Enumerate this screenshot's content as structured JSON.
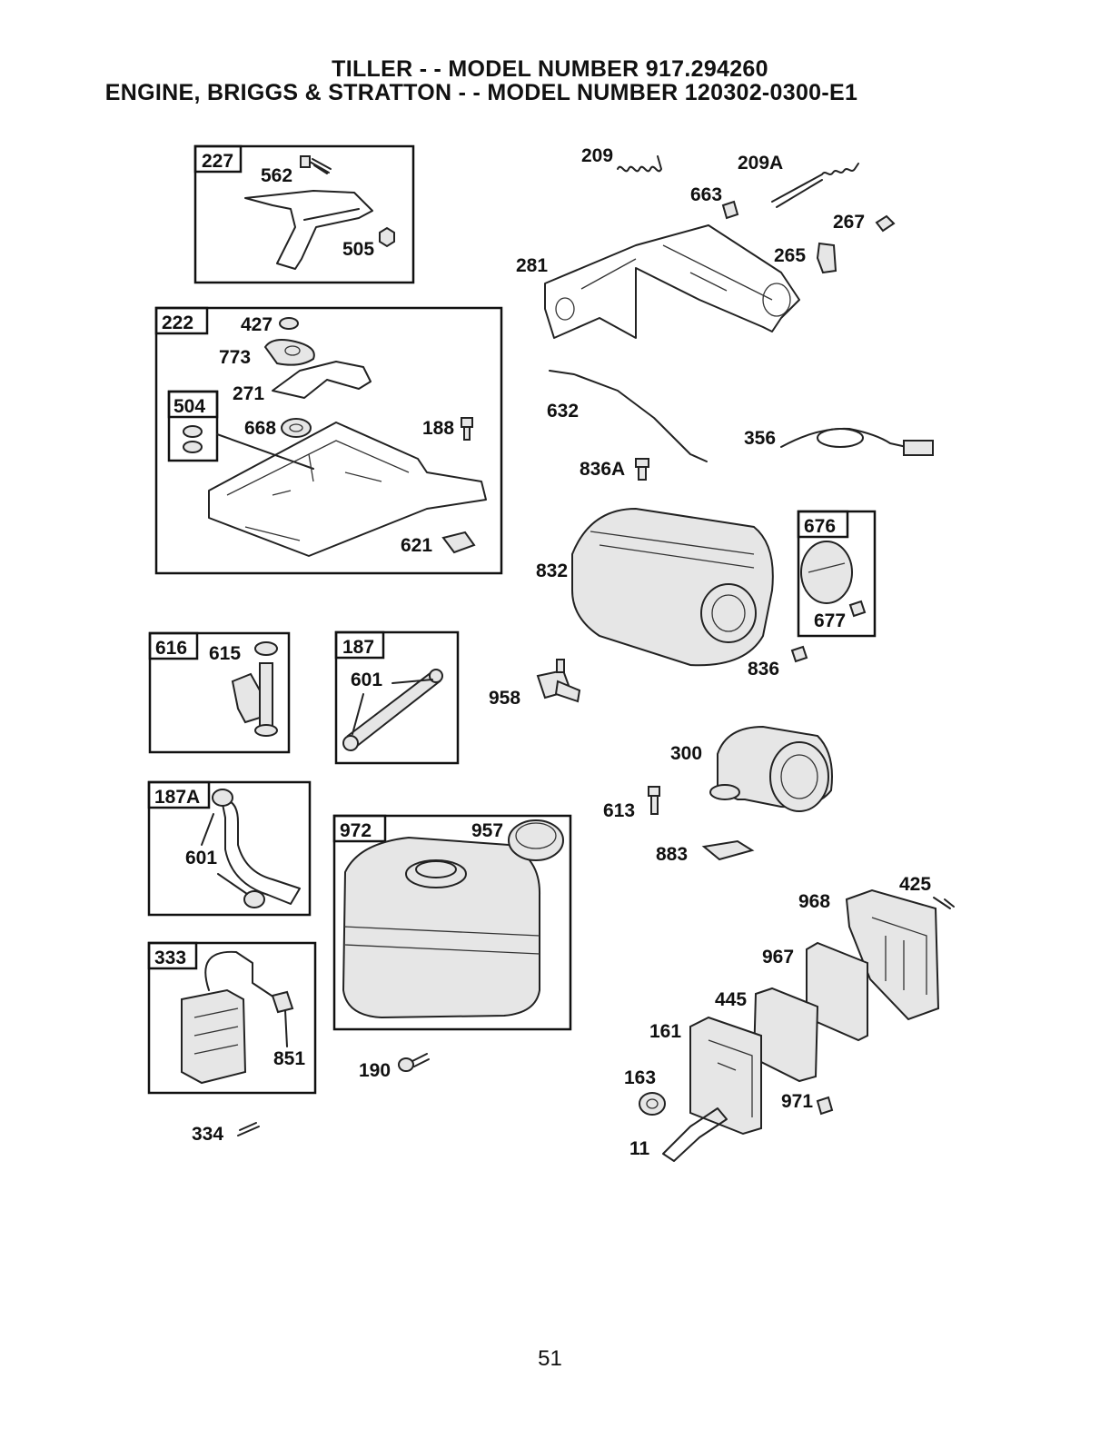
{
  "header": {
    "line1": "TILLER - - MODEL NUMBER 917.294260",
    "line2": "ENGINE, BRIGGS & STRATTON - - MODEL NUMBER 120302-0300-E1"
  },
  "page_number": "51",
  "kit_boxes": {
    "k227": "227",
    "k222": "222",
    "k504": "504",
    "k616": "616",
    "k187": "187",
    "k187A": "187A",
    "k972": "972",
    "k333": "333",
    "k676": "676"
  },
  "parts": {
    "p562": "562",
    "p505": "505",
    "p427": "427",
    "p773": "773",
    "p271": "271",
    "p668": "668",
    "p188": "188",
    "p621": "621",
    "p615": "615",
    "p601a": "601",
    "p958": "958",
    "p601b": "601",
    "p957": "957",
    "p851": "851",
    "p190": "190",
    "p334": "334",
    "p209": "209",
    "p209A": "209A",
    "p663": "663",
    "p267": "267",
    "p265": "265",
    "p281": "281",
    "p632": "632",
    "p356": "356",
    "p836A": "836A",
    "p832": "832",
    "p677": "677",
    "p836": "836",
    "p300": "300",
    "p613": "613",
    "p883": "883",
    "p425": "425",
    "p968": "968",
    "p967": "967",
    "p445": "445",
    "p161": "161",
    "p163": "163",
    "p971": "971",
    "p11": "11"
  }
}
